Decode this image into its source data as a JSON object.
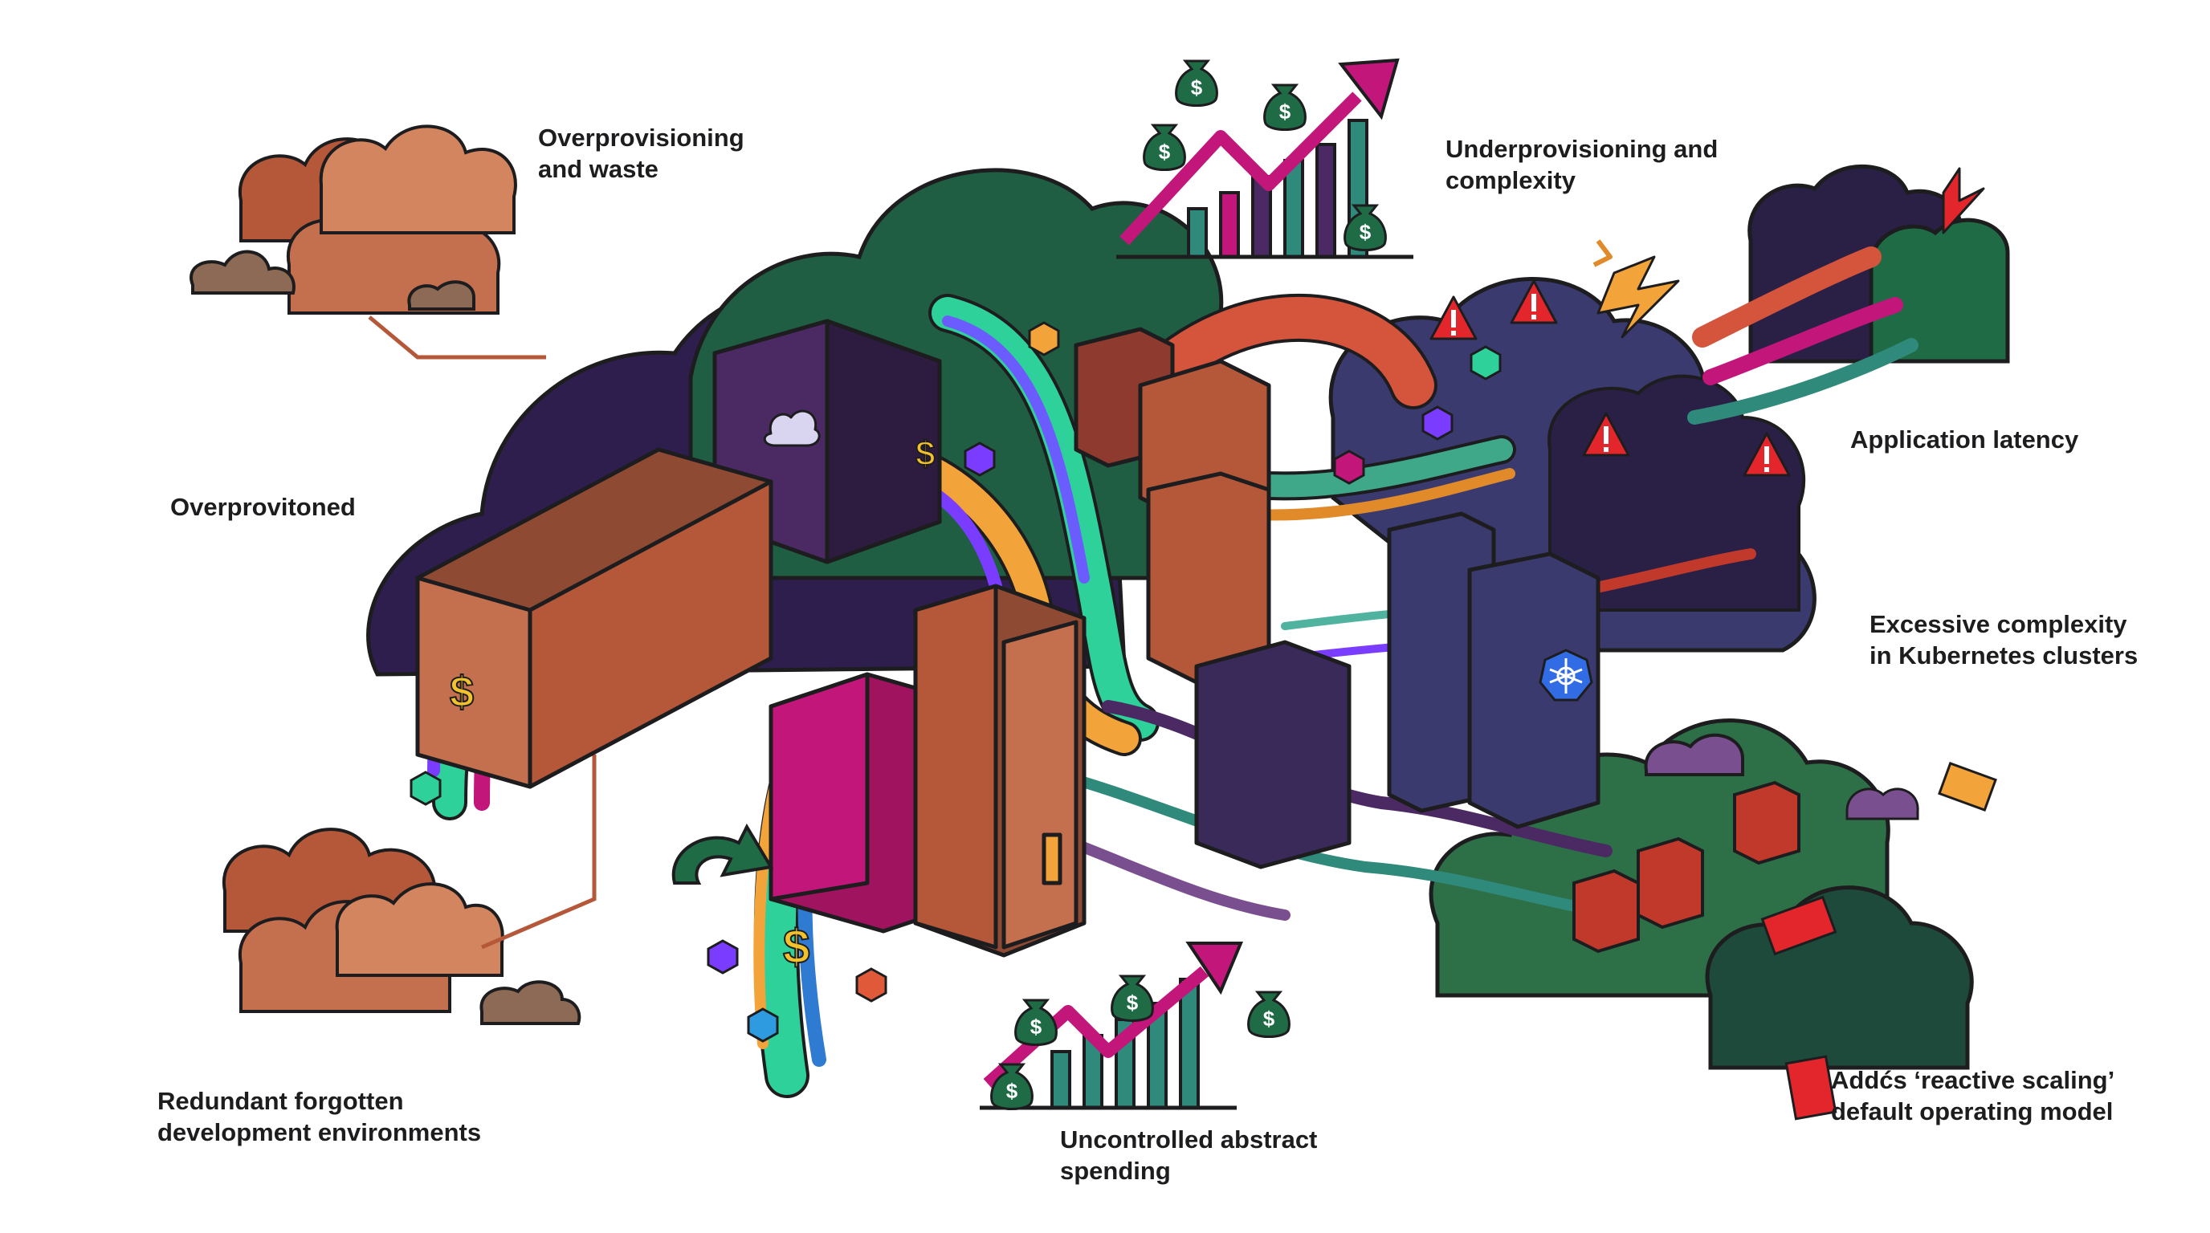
{
  "labels": {
    "overprovisioning": [
      "Overprovisioning",
      "and waste"
    ],
    "overprovitoned": [
      "Overprovitoned"
    ],
    "redundant": [
      "Redundant forgotten",
      "development environments"
    ],
    "underprovisioning": [
      "Underprovisioning and",
      "complexity"
    ],
    "latency": [
      "Application latency"
    ],
    "k8s_complexity": [
      "Excessive complexity",
      "in Kubernetes clusters"
    ],
    "reactive": [
      "Addćs ‘reactive scaling’",
      "default operating model"
    ],
    "spending": [
      "Uncontrolled abstract",
      "spending"
    ]
  },
  "icons": [
    "money-bag-icon",
    "dollar-icon",
    "warning-icon",
    "kubernetes-icon",
    "cloud-icon",
    "trend-arrow-icon",
    "spark-icon"
  ],
  "colors": {
    "navy_cloud": "#2e1e4d",
    "green_cloud": "#1f5e42",
    "rust": "#b5583a",
    "magenta": "#c2167a",
    "purple": "#4b2a63",
    "teal": "#2f8a7b",
    "warning_red": "#e3262b",
    "ink": "#1d1d1f"
  }
}
